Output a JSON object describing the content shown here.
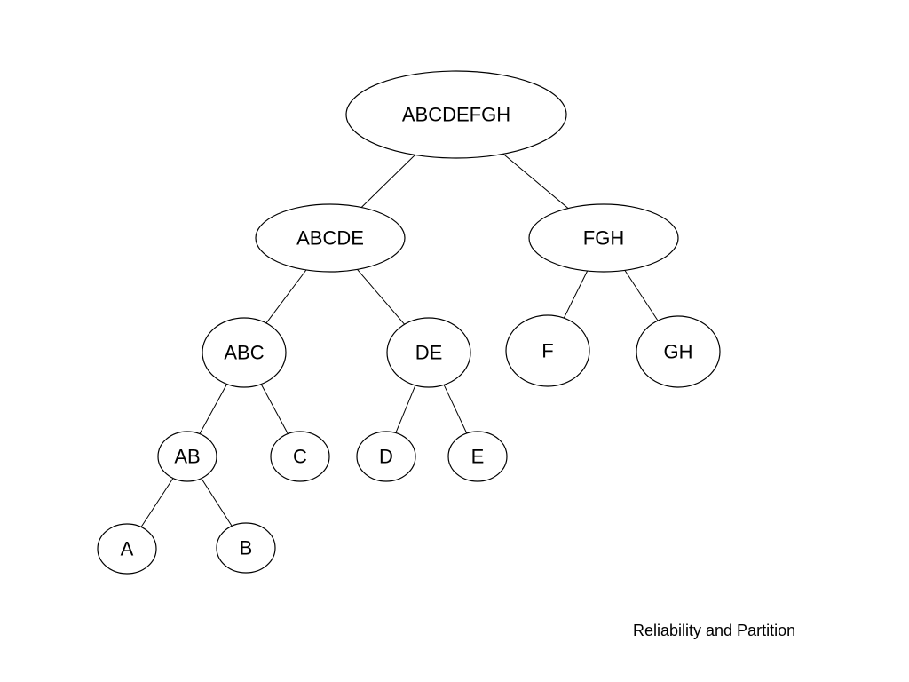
{
  "diagram": {
    "nodes": [
      {
        "id": "ABCDEFGH",
        "label": "ABCDEFGH"
      },
      {
        "id": "ABCDE",
        "label": "ABCDE"
      },
      {
        "id": "FGH",
        "label": "FGH"
      },
      {
        "id": "ABC",
        "label": "ABC"
      },
      {
        "id": "DE",
        "label": "DE"
      },
      {
        "id": "F",
        "label": "F"
      },
      {
        "id": "GH",
        "label": "GH"
      },
      {
        "id": "AB",
        "label": "AB"
      },
      {
        "id": "C",
        "label": "C"
      },
      {
        "id": "D",
        "label": "D"
      },
      {
        "id": "E",
        "label": "E"
      },
      {
        "id": "A",
        "label": "A"
      },
      {
        "id": "B",
        "label": "B"
      }
    ],
    "edges": [
      {
        "from": "ABCDEFGH",
        "to": "ABCDE"
      },
      {
        "from": "ABCDEFGH",
        "to": "FGH"
      },
      {
        "from": "ABCDE",
        "to": "ABC"
      },
      {
        "from": "ABCDE",
        "to": "DE"
      },
      {
        "from": "FGH",
        "to": "F"
      },
      {
        "from": "FGH",
        "to": "GH"
      },
      {
        "from": "ABC",
        "to": "AB"
      },
      {
        "from": "ABC",
        "to": "C"
      },
      {
        "from": "DE",
        "to": "D"
      },
      {
        "from": "DE",
        "to": "E"
      },
      {
        "from": "AB",
        "to": "A"
      },
      {
        "from": "AB",
        "to": "B"
      }
    ]
  },
  "footer": {
    "text": "Reliability and Partition"
  }
}
